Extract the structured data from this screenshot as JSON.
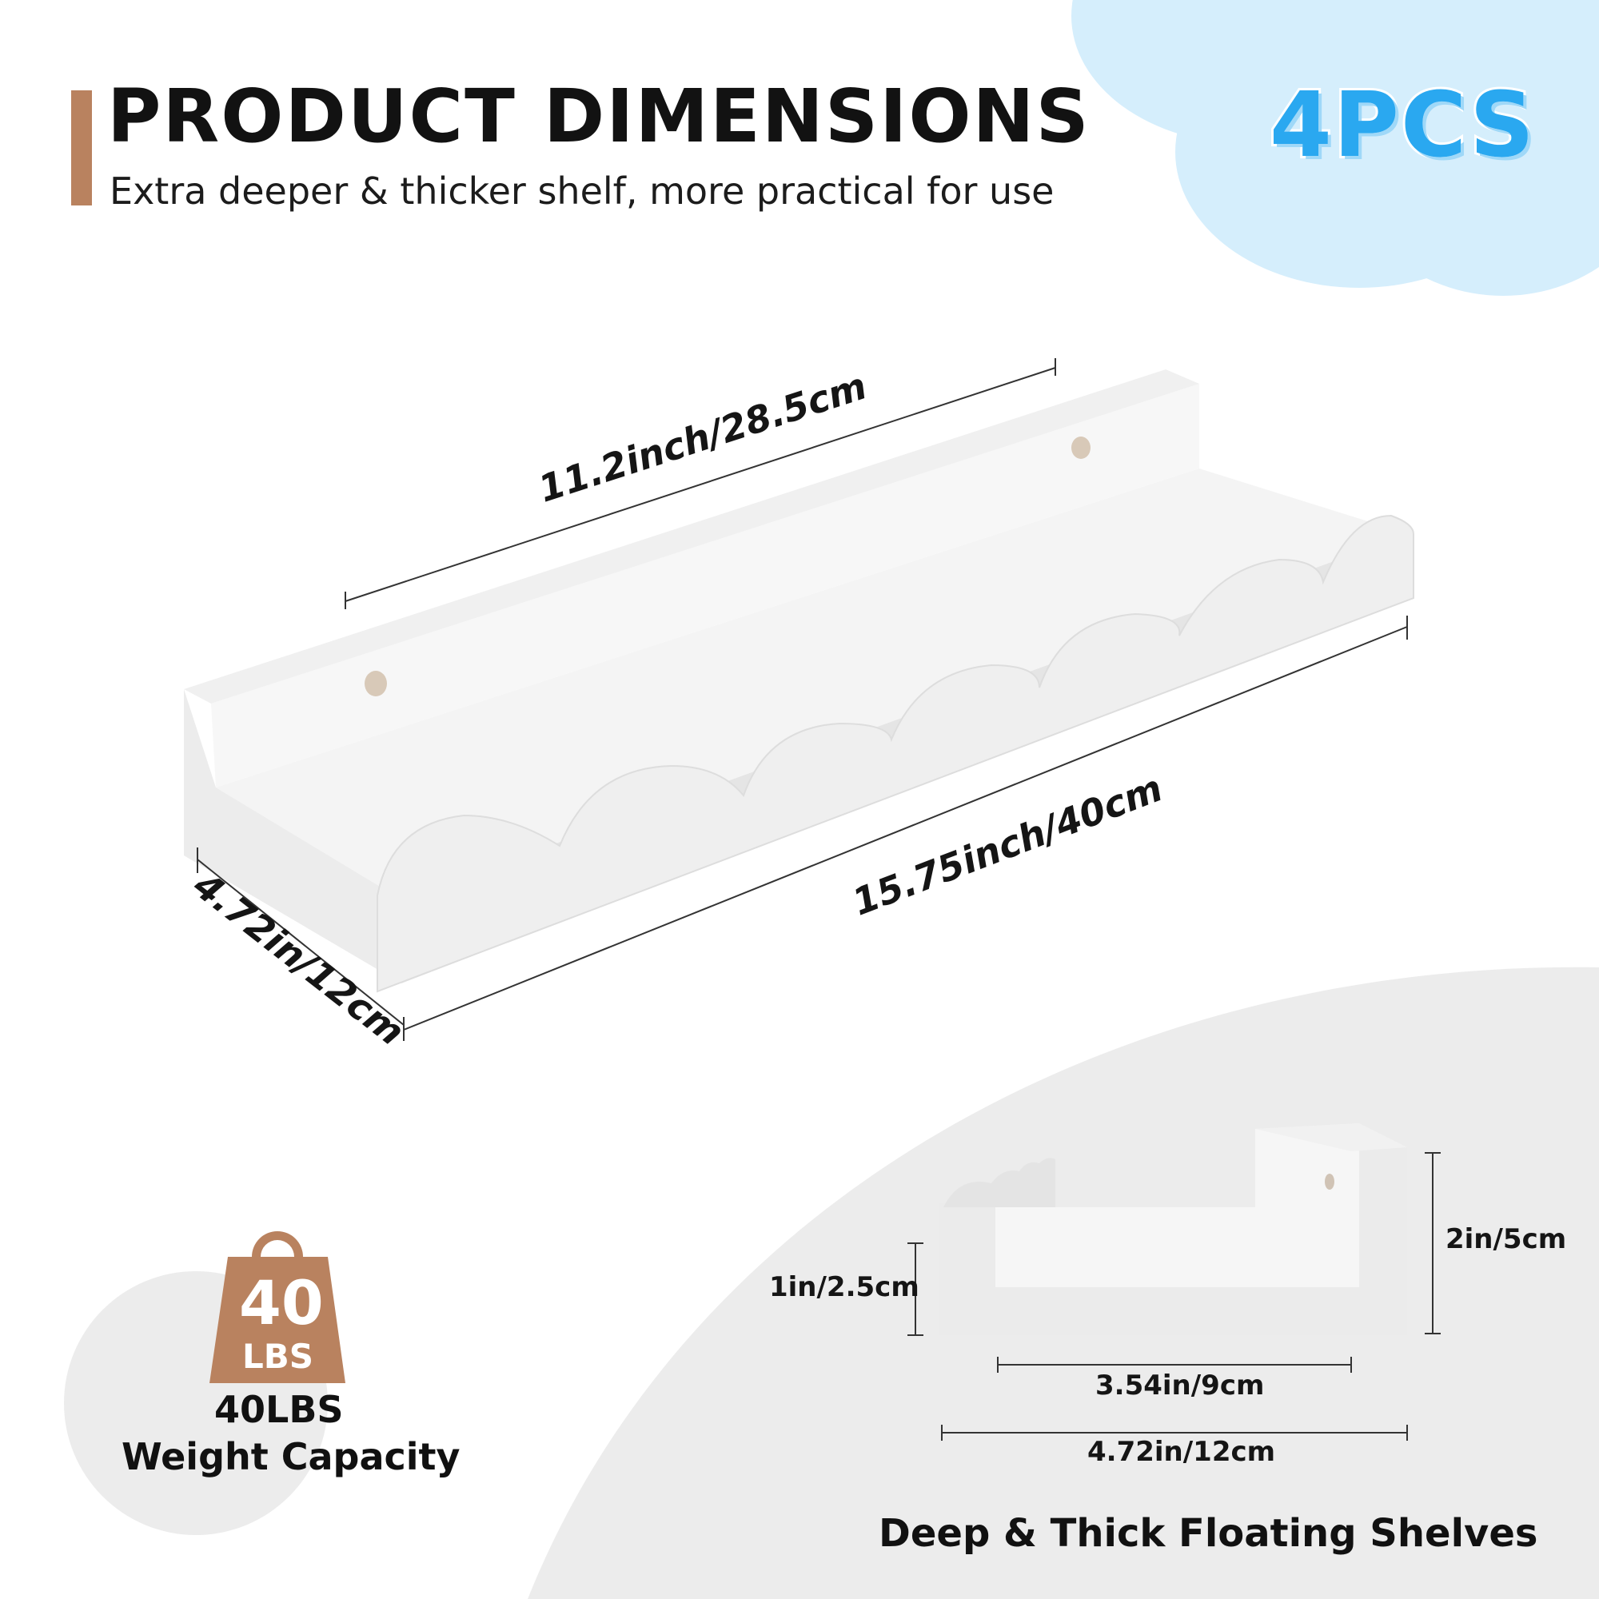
{
  "header": {
    "title": "PRODUCT DIMENSIONS",
    "subtitle": "Extra deeper & thicker shelf, more practical for use"
  },
  "badge": {
    "quantity": "4PCS"
  },
  "main_view": {
    "back_length": "11.2inch/28.5cm",
    "front_length": "15.75inch/40cm",
    "depth": "4.72in/12cm"
  },
  "side_view": {
    "front_height": "1in/2.5cm",
    "back_height": "2in/5cm",
    "inner_depth": "3.54in/9cm",
    "outer_depth": "4.72in/12cm",
    "caption": "Deep & Thick Floating Shelves"
  },
  "weight": {
    "number": "40",
    "unit": "LBS",
    "label_line1": "40LBS",
    "label_line2": "Weight Capacity"
  },
  "colors": {
    "accent_brown": "#b9825f",
    "cloud_blue": "#d5eefc",
    "badge_blue": "#2aa8f0",
    "background_gray": "#ececec",
    "shelf_white": "#f3f3f3"
  }
}
